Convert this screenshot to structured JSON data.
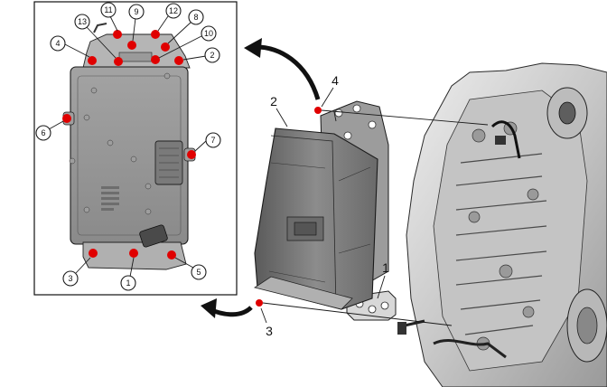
{
  "inset_callouts": [
    {
      "id": "c11",
      "label": "11"
    },
    {
      "id": "c9",
      "label": "9"
    },
    {
      "id": "c12",
      "label": "12"
    },
    {
      "id": "c8",
      "label": "8"
    },
    {
      "id": "c13",
      "label": "13"
    },
    {
      "id": "c10",
      "label": "10"
    },
    {
      "id": "c4",
      "label": "4"
    },
    {
      "id": "c2",
      "label": "2"
    },
    {
      "id": "c6",
      "label": "6"
    },
    {
      "id": "c7",
      "label": "7"
    },
    {
      "id": "c3",
      "label": "3"
    },
    {
      "id": "c1",
      "label": "1"
    },
    {
      "id": "c5",
      "label": "5"
    }
  ],
  "main_labels": [
    {
      "id": "m4",
      "label": "4"
    },
    {
      "id": "m2",
      "label": "2"
    },
    {
      "id": "m1",
      "label": "1"
    },
    {
      "id": "m3",
      "label": "3"
    }
  ],
  "colors": {
    "bolt": "#e00000",
    "module_body": "#8a8a8a",
    "transmission": "#d9d9d9",
    "outline": "#1a1a1a"
  }
}
